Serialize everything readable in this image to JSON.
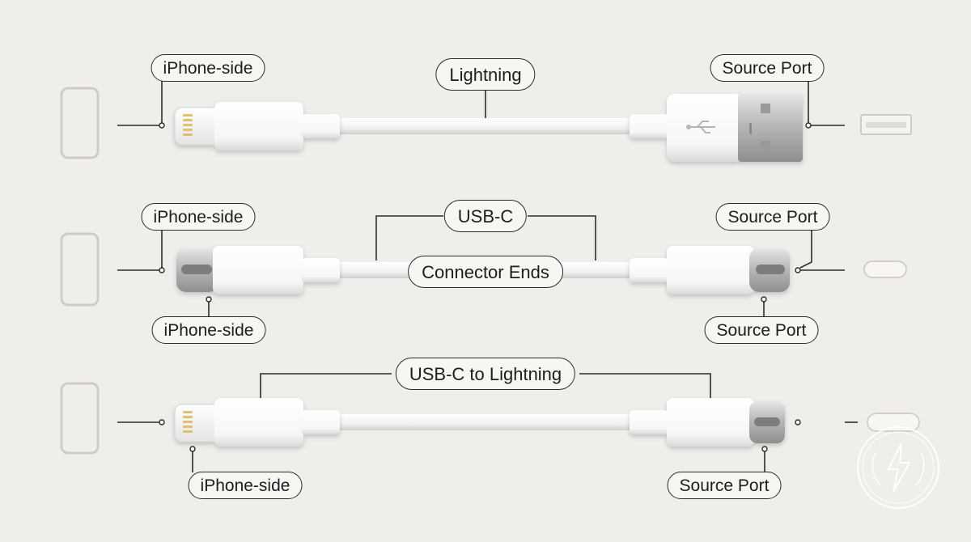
{
  "rows": [
    {
      "id": "lightning",
      "title": "Lightning",
      "left_label": "iPhone-side",
      "right_label": "Source Port",
      "right_plug": "usb-a-plug",
      "left_plug": "lightning-plug",
      "port": "usb-a-port"
    },
    {
      "id": "usb-c",
      "title": "USB-C",
      "subtitle": "Connector Ends",
      "left_label_top": "iPhone-side",
      "left_label_bottom": "iPhone-side",
      "right_label_top": "Source Port",
      "right_label_bottom": "Source Port",
      "left_plug": "usb-c-plug",
      "right_plug": "usb-c-plug",
      "port": "usb-c-port"
    },
    {
      "id": "usb-c-to-lightning",
      "title": "USB-C to Lightning",
      "left_label": "iPhone-side",
      "right_label": "Source Port",
      "left_plug": "lightning-plug",
      "right_plug": "usb-c-plug",
      "port": "usb-c-port"
    }
  ],
  "icons": {
    "device": "phone-outline-icon",
    "badge": "lightning-bolt-badge-icon"
  },
  "colors": {
    "background": "#efeeea",
    "cable": "#ffffff",
    "outline": "#2b2b2b",
    "device_outline": "#cfccc3",
    "metal": "#c9c9c9"
  }
}
